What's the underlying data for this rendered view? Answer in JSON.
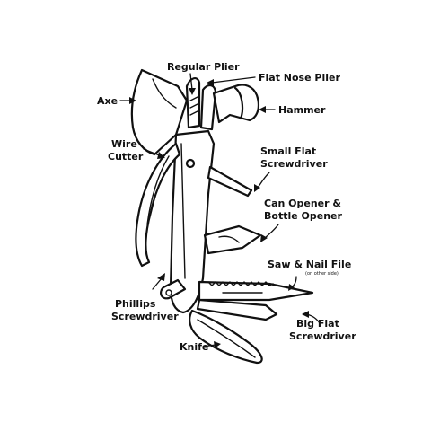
{
  "labels": {
    "regular_plier": "Regular Plier",
    "flat_nose_plier": "Flat Nose Plier",
    "axe": "Axe",
    "hammer": "Hammer",
    "wire_cutter_line1": "Wire",
    "wire_cutter_line2": "Cutter",
    "small_flat_line1": "Small Flat",
    "small_flat_line2": "Screwdriver",
    "can_opener_line1": "Can Opener &",
    "can_opener_line2": "Bottle Opener",
    "saw_nail_file": "Saw & Nail File",
    "saw_note": "(on other side)",
    "phillips_line1": "Phillips",
    "phillips_line2": "Screwdriver",
    "big_flat_line1": "Big Flat",
    "big_flat_line2": "Screwdriver",
    "knife": "Knife"
  }
}
